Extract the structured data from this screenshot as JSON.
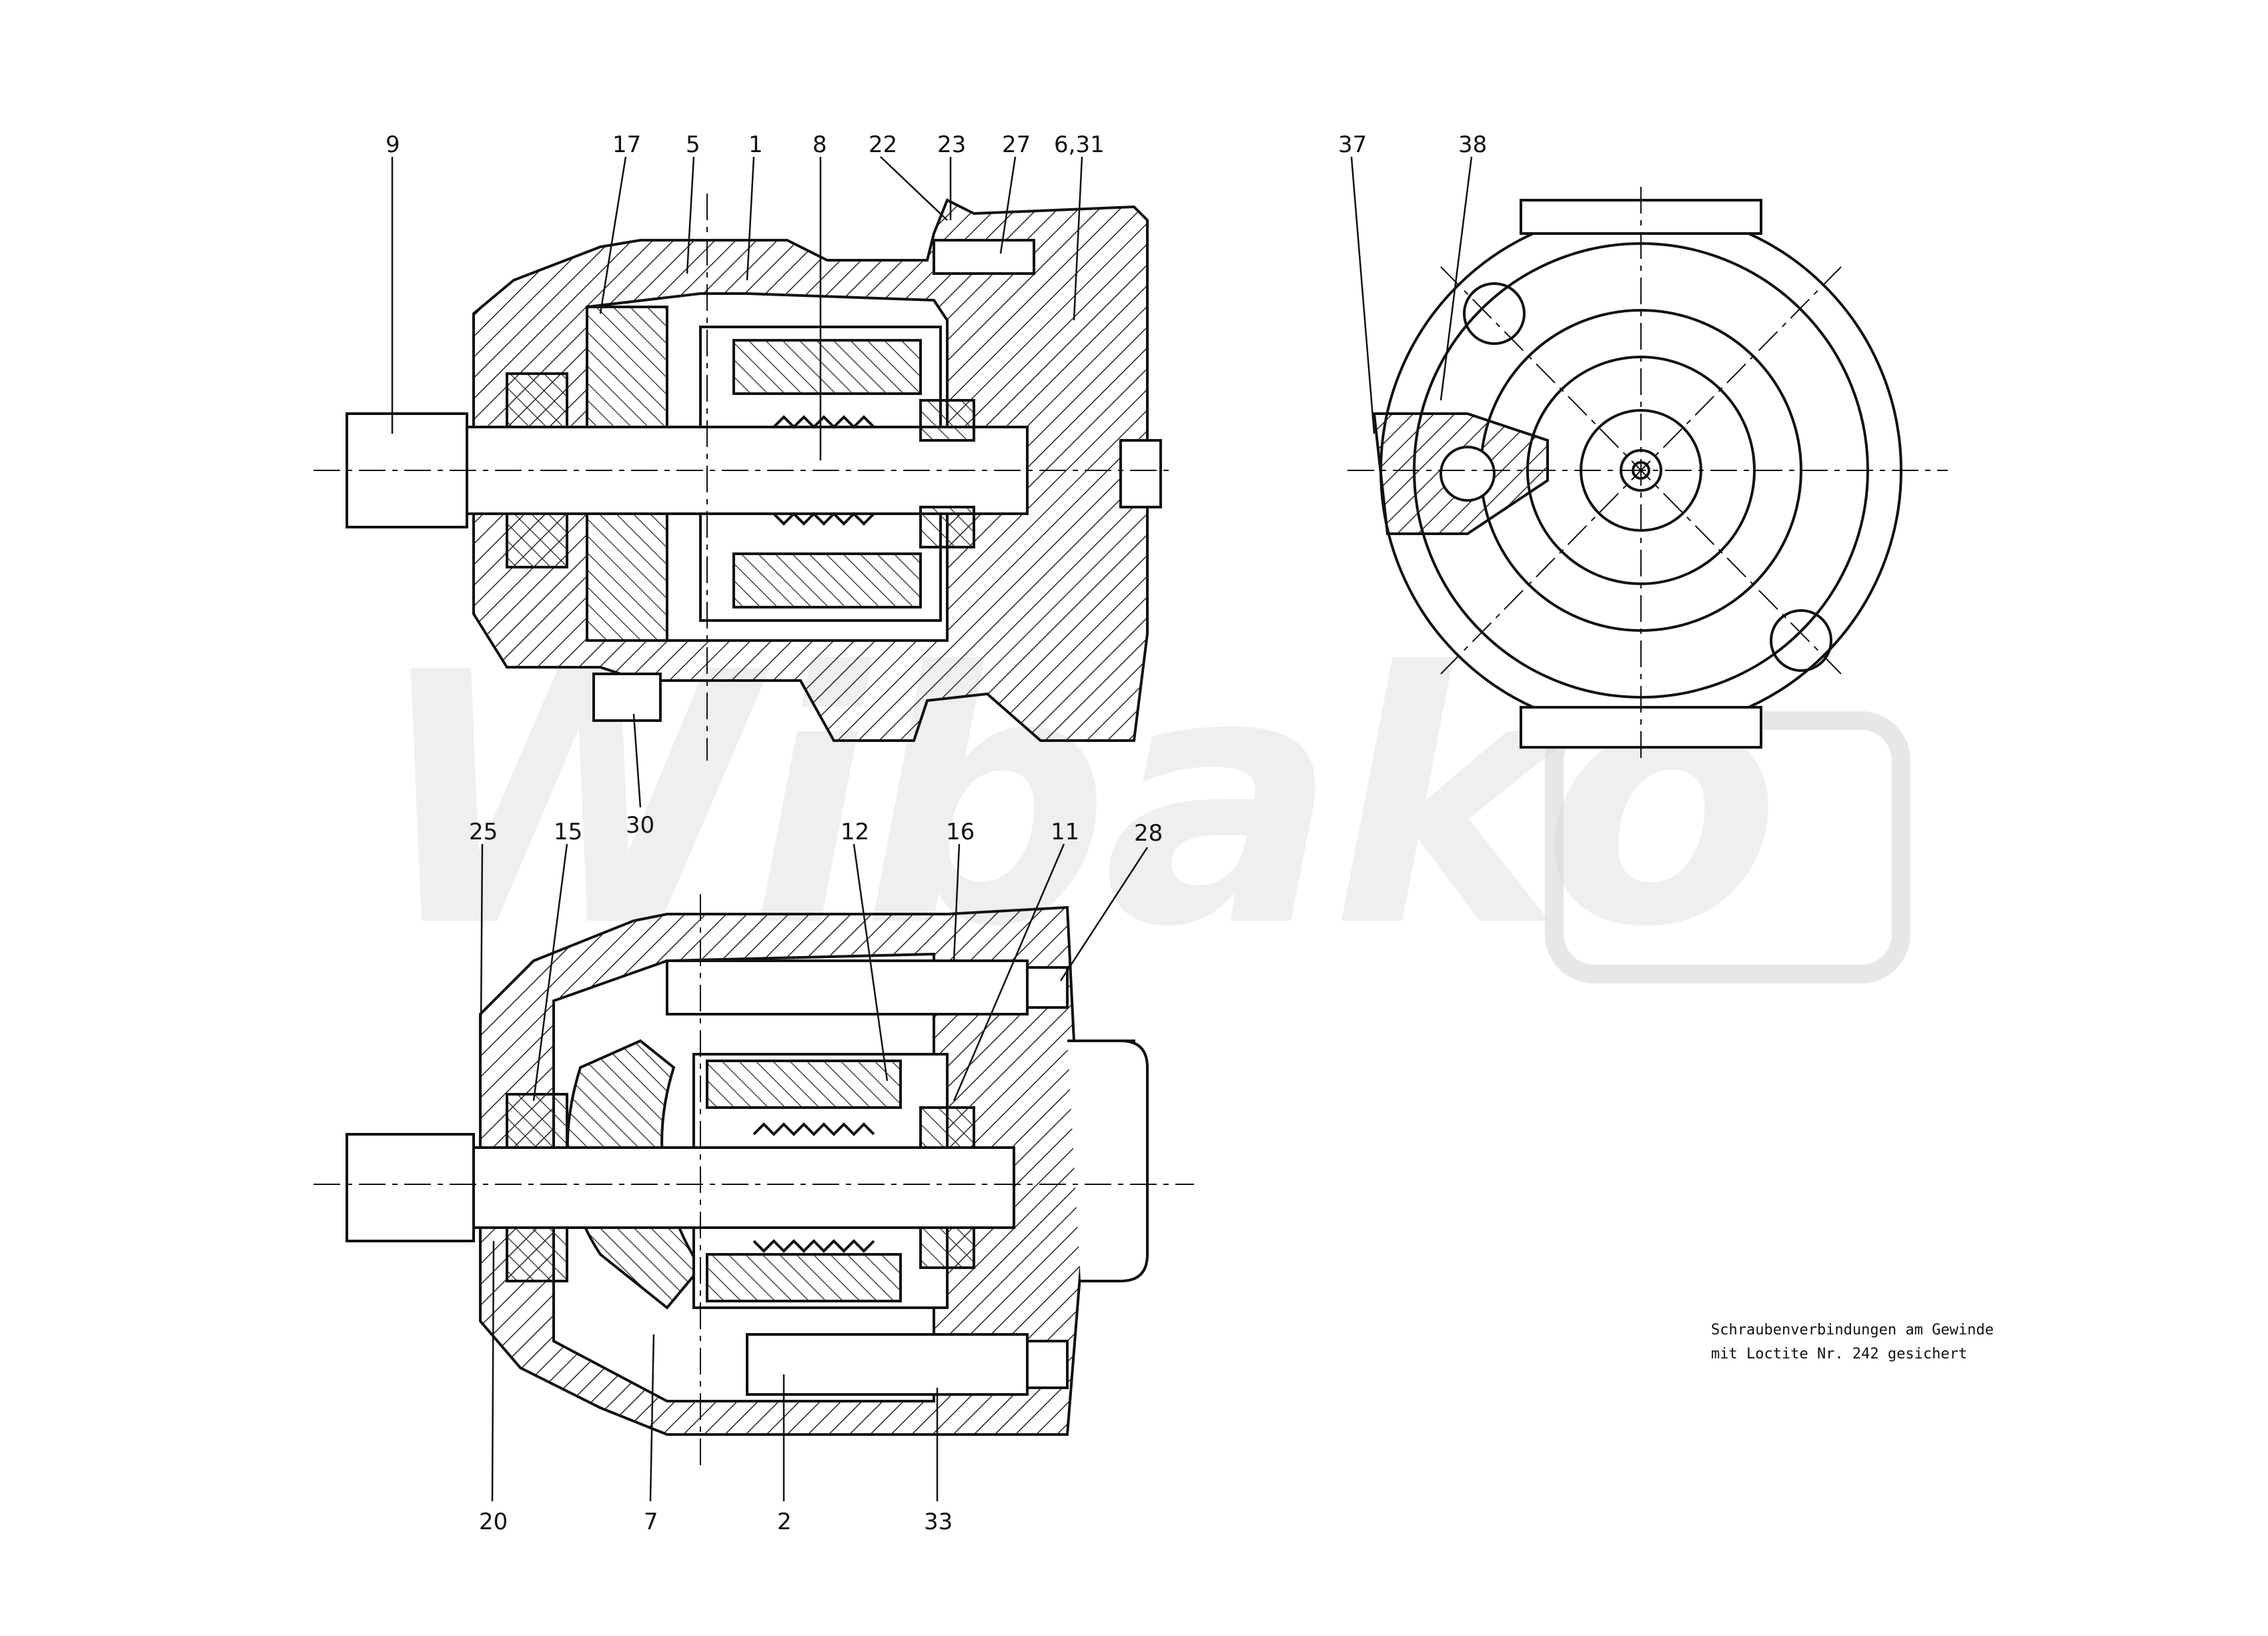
{
  "watermark": {
    "text": "Wibako",
    "color": "#d0d0d0"
  },
  "drawing": {
    "line_color": "#111111",
    "hatch_color": "#222222"
  },
  "callouts": {
    "top_view": [
      "9",
      "17",
      "5",
      "1",
      "8",
      "22",
      "23",
      "27",
      "6,31",
      "30"
    ],
    "side_view": [
      "37",
      "38"
    ],
    "bottom_view_top": [
      "25",
      "15",
      "12",
      "16",
      "11",
      "28"
    ],
    "bottom_view_bottom": [
      "20",
      "7",
      "2",
      "33"
    ]
  },
  "note": {
    "line1": "Schraubenverbindungen am Gewinde",
    "line2": "mit Loctite Nr. 242 gesichert"
  }
}
